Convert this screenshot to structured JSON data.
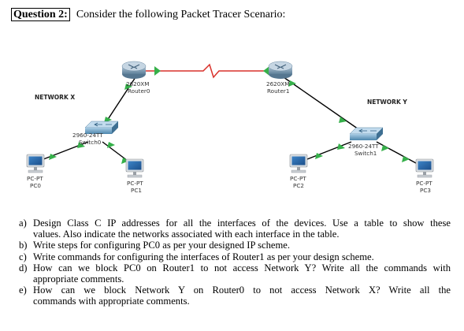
{
  "header": {
    "label": "Question 2:",
    "text": "Consider the following Packet Tracer Scenario:"
  },
  "topology": {
    "network_left": "NETWORK X",
    "network_right": "NETWORK Y",
    "router0": {
      "model": "2620XM",
      "name": "Router0"
    },
    "router1": {
      "model": "2620XM",
      "name": "Router1"
    },
    "switch0": {
      "model": "2960-24TT",
      "name": "Switch0"
    },
    "switch1": {
      "model": "2960-24TT",
      "name": "Switch1"
    },
    "pc0": {
      "type": "PC-PT",
      "name": "PC0"
    },
    "pc1": {
      "type": "PC-PT",
      "name": "PC1"
    },
    "pc2": {
      "type": "PC-PT",
      "name": "PC2"
    },
    "pc3": {
      "type": "PC-PT",
      "name": "PC3"
    },
    "colors": {
      "router": "#6f8fa8",
      "switch": "#5b8fb0",
      "link_serial": "#d9312b",
      "link": "#000000",
      "link_up": "#36b04a"
    }
  },
  "questions": [
    {
      "letter": "a)",
      "text": "Design Class C IP addresses for all the interfaces of the devices. Use a table to show these",
      "cont": "values. Also indicate the networks associated with each interface in the table."
    },
    {
      "letter": "b)",
      "text": "Write steps for configuring PC0 as per your designed IP scheme."
    },
    {
      "letter": "c)",
      "text": "Write commands for configuring the interfaces of Router1 as per your design scheme."
    },
    {
      "letter": "d)",
      "text": "How can we block PC0 on Router1 to not access Network Y? Write all the commands with",
      "cont": "appropriate comments."
    },
    {
      "letter": "e)",
      "text": "How can we block Network Y on Router0 to not access Network X? Write all the",
      "cont": "commands with appropriate comments."
    }
  ]
}
